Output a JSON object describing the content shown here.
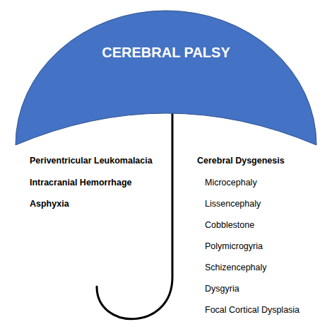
{
  "diagram": {
    "nodes": [
      {
        "text": [
          "CEREBRAL PALSY"
        ]
      }
    ],
    "labels": [
      "Periventricular Leukomalacia",
      "Intracranial Hemorrhage",
      "Asphyxia",
      "Cerebral Dysgenesis",
      "Microcephaly",
      "Lissencephaly",
      "Cobblestone",
      "Polymicrogyria",
      "Schizencephaly",
      "Dysgyria",
      "Focal Cortical Dysplasia"
    ]
  }
}
